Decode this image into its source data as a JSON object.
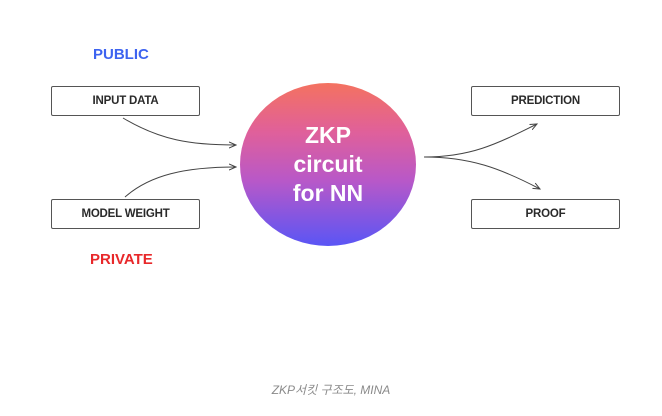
{
  "labels": {
    "public": "PUBLIC",
    "private": "PRIVATE"
  },
  "inputs": [
    {
      "label": "INPUT DATA"
    },
    {
      "label": "MODEL WEIGHT"
    }
  ],
  "outputs": [
    {
      "label": "PREDICTION"
    },
    {
      "label": "PROOF"
    }
  ],
  "circuit": {
    "line1": "ZKP",
    "line2": "circuit",
    "line3": "for NN"
  },
  "caption": "ZKP서킷 구조도, MINA",
  "colors": {
    "public": "#3d63f0",
    "private": "#e8282a",
    "gradient_top": "#f47260",
    "gradient_bottom": "#5a55f5"
  }
}
